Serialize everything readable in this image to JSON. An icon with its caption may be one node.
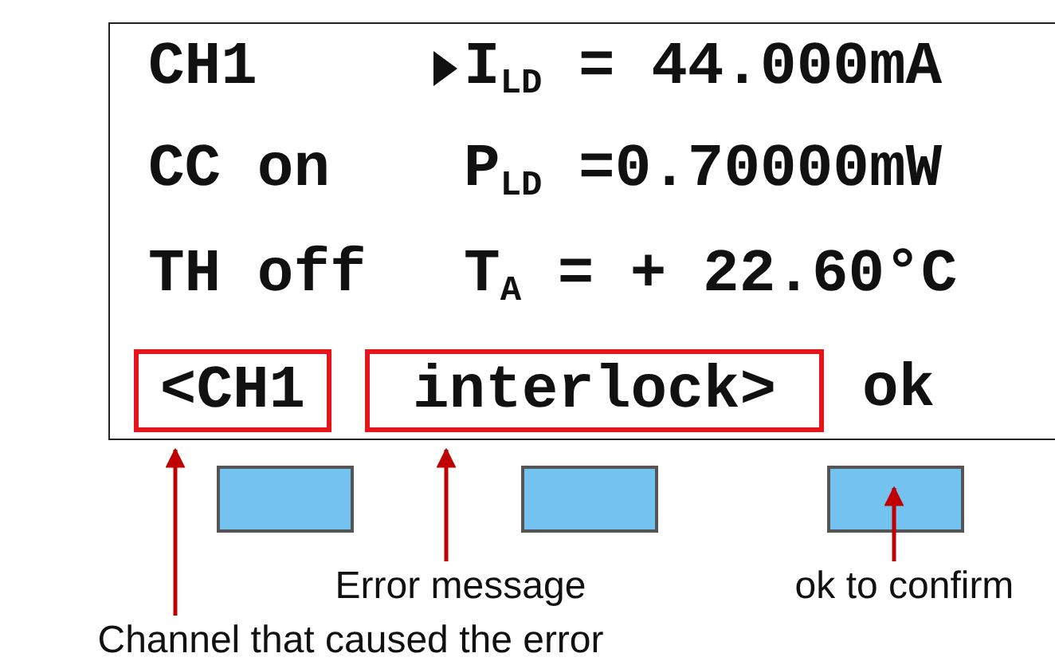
{
  "diagram": {
    "nodes": [
      {
        "text": [],
        "shape": "box"
      },
      {
        "text": [
          "<CH1"
        ],
        "in": 0
      },
      {
        "text": [
          "interlock>"
        ],
        "in": 0
      },
      {
        "text": [],
        "shape": "box"
      },
      {
        "text": [],
        "shape": "box"
      },
      {
        "text": [],
        "shape": "box"
      },
      {
        "text": [
          "Channel that caused the error"
        ]
      },
      {
        "text": [
          "Error message"
        ]
      },
      {
        "text": [
          "ok to confirm"
        ]
      }
    ],
    "edges": [
      {
        "from": 6,
        "to": 1,
        "arrow": "to"
      },
      {
        "from": 7,
        "to": 2,
        "arrow": "to"
      },
      {
        "from": 8,
        "to": 5,
        "arrow": "to"
      }
    ],
    "labels": [
      "CH1",
      "I$_{LD}$ = 44.000mA",
      "CC on",
      "P$_{LD}$ =0.70000mW",
      "TH off",
      "T$_{A}$ = + 22.60°C",
      "ok"
    ]
  }
}
